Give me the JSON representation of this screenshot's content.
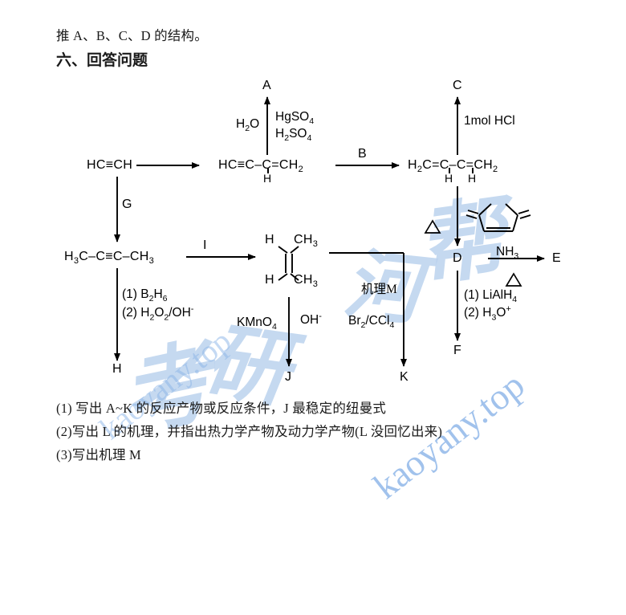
{
  "page": {
    "prompt_line": "推 A、B、C、D 的结构。",
    "section_heading": "六、回答问题"
  },
  "scheme": {
    "acetylene": "HC≡CH",
    "vinylacetylene_left": "HC≡C",
    "vinylacetylene_mid": "C",
    "vinylacetylene_right": "CH",
    "vinylacetylene_h": "H",
    "butadiene_left": "H",
    "butadiene_mid1": "C",
    "butadiene_mid2": "C",
    "butadiene_right": "CH",
    "butadiene_h1": "H",
    "butadiene_h2": "H",
    "butyne": "H",
    "butyne_c": "C",
    "butyne_ch3": "CH",
    "alkene_h_top": "H",
    "alkene_ch3_top": "CH",
    "alkene_h_bottom": "H",
    "alkene_ch3_bottom": "CH",
    "reagent_water": "H",
    "reagent_hgso4": "HgSO",
    "reagent_h2so4": "H",
    "reagent_hcl": "1mol HCl",
    "reagent_nh3": "NH",
    "reagent_lialh4": "(1) LiAlH",
    "reagent_h3o": "(2) H",
    "reagent_b2h6": "(1) B",
    "reagent_h2o2": "(2) H",
    "reagent_kmno4": "KMnO",
    "reagent_oh": "OH",
    "reagent_br2ccl4": "Br",
    "mechanism_m": "机理M",
    "delta_symbol": "△"
  },
  "labels": {
    "A": "A",
    "B": "B",
    "C": "C",
    "D": "D",
    "E": "E",
    "F": "F",
    "G": "G",
    "H": "H",
    "I": "I",
    "J": "J",
    "K": "K"
  },
  "questions": [
    "(1) 写出 A~K 的反应产物或反应条件，J 最稳定的纽曼式",
    "(2)写出 L 的机理，并指出热力学产物及动力学产物(L 没回忆出来)",
    "(3)写出机理 M"
  ],
  "watermark": {
    "url_text": "kaoyany.top",
    "cal1": "考",
    "cal2": "研",
    "cal3": "帮",
    "cal4": "河",
    "color": "#bcd3ee"
  }
}
